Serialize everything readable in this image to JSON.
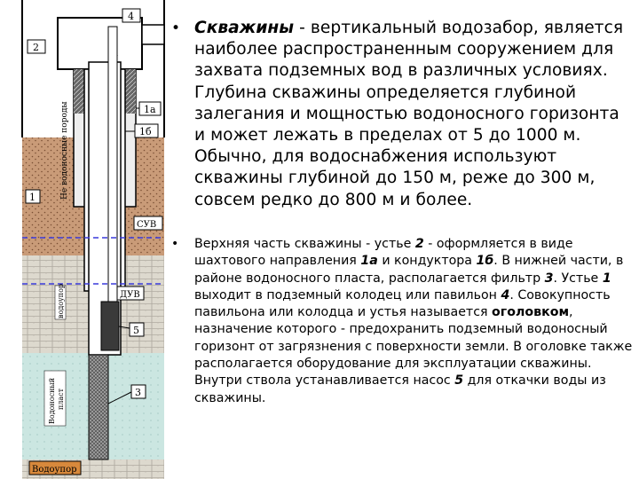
{
  "diagram": {
    "labels": {
      "pavilion": "4",
      "wellhead": "2",
      "direction": "1а",
      "conductor": "1б",
      "wellhead_outlet": "1",
      "static_level": "СУВ",
      "dynamic_level": "ДУВ",
      "pump": "5",
      "filter": "3",
      "impermeable_rocks": "Не водоносные породы",
      "aquiclude_mid": "водоупор",
      "aquifer_line1": "Водоносный",
      "aquifer_line2": "пласт",
      "aquiclude_bottom": "Водоупор"
    },
    "colors": {
      "soil": "#c99b78",
      "soil_dots": "#7a4f34",
      "clay": "#ddd9ce",
      "aquifer": "#cbe6e1",
      "water_line": "#3a3adb",
      "label_box": "#ffffff",
      "aquiclude_box": "#d8893c"
    }
  },
  "text": {
    "bullet": "•",
    "p1": {
      "term": "Скважины",
      "body": " - вертикальный водозабор, является наиболее распространенным сооружением для захвата подземных вод в различных условиях. Глубина скважины определяется глубиной залегания и мощностью водоносного горизонта и может лежать в пределах от 5 до 1000 м. Обычно, для водоснабжения используют скважины глубиной до 150 м, реже до 300 м, совсем редко до 800 м и более."
    },
    "p2": {
      "t1": "Верхняя часть скважины - устье ",
      "n2": "2",
      "t2": " - оформляется в виде шахтового направления ",
      "n1a": "1а",
      "t3": " и кондуктора ",
      "n1b": "1б",
      "t4": ". В нижней части, в районе водоносного пласта, располагается фильтр ",
      "n3": "3",
      "t5": ". Устье ",
      "n1": "1",
      "t6": " выходит в подземный колодец или павильон ",
      "n4": "4",
      "t7": ". Совокупность павильона или колодца и устья называется ",
      "term": "оголовком",
      "t8": ", назначение которого - предохранить подземный водоносный горизонт от загрязнения с поверхности земли. В оголовке также располагается оборудование для эксплуатации скважины. Внутри ствола устанавливается насос ",
      "n5": "5",
      "t9": " для откачки воды из скважины."
    }
  }
}
